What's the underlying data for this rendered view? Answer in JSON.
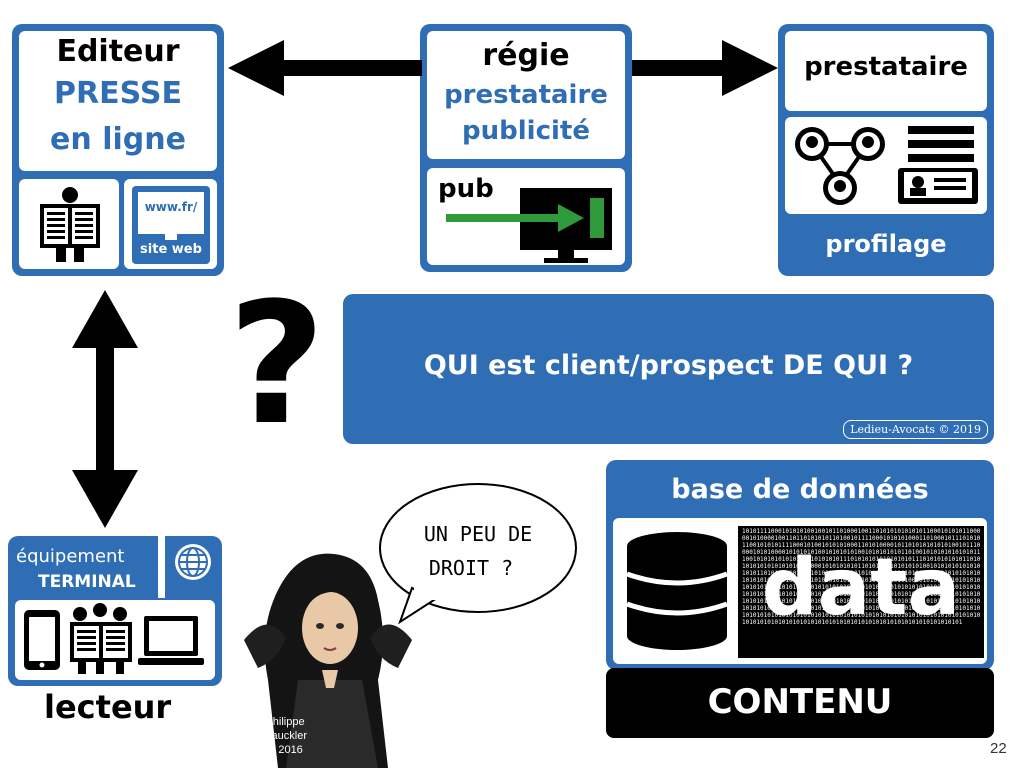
{
  "editeur": {
    "line1": "Editeur",
    "line2": "PRESSE",
    "line3": "en ligne",
    "site_url": "www.fr/",
    "site_label": "site web"
  },
  "regie": {
    "line1": "régie",
    "line2": "prestataire",
    "line3": "publicité",
    "pub": "pub"
  },
  "prestataire": {
    "title": "prestataire",
    "profilage": "profilage"
  },
  "question": {
    "mark": "?",
    "text": "QUI est client/prospect DE QUI ?",
    "copyright": "Ledieu-Avocats © 2019"
  },
  "lecteur": {
    "equipement": "équipement",
    "terminal": "TERMINAL",
    "label": "lecteur"
  },
  "speech": {
    "line1": "UN PEU DE",
    "line2": "DROIT ?"
  },
  "credit": {
    "line1": "Philippe",
    "line2": "Gauckler",
    "line3": "© 2016"
  },
  "database": {
    "title": "base de données",
    "data_word": "data",
    "contenu": "CONTENU"
  },
  "page_number": "22",
  "colors": {
    "accent_blue": "#2f6db5",
    "green": "#2e9a3a",
    "black": "#000000"
  }
}
